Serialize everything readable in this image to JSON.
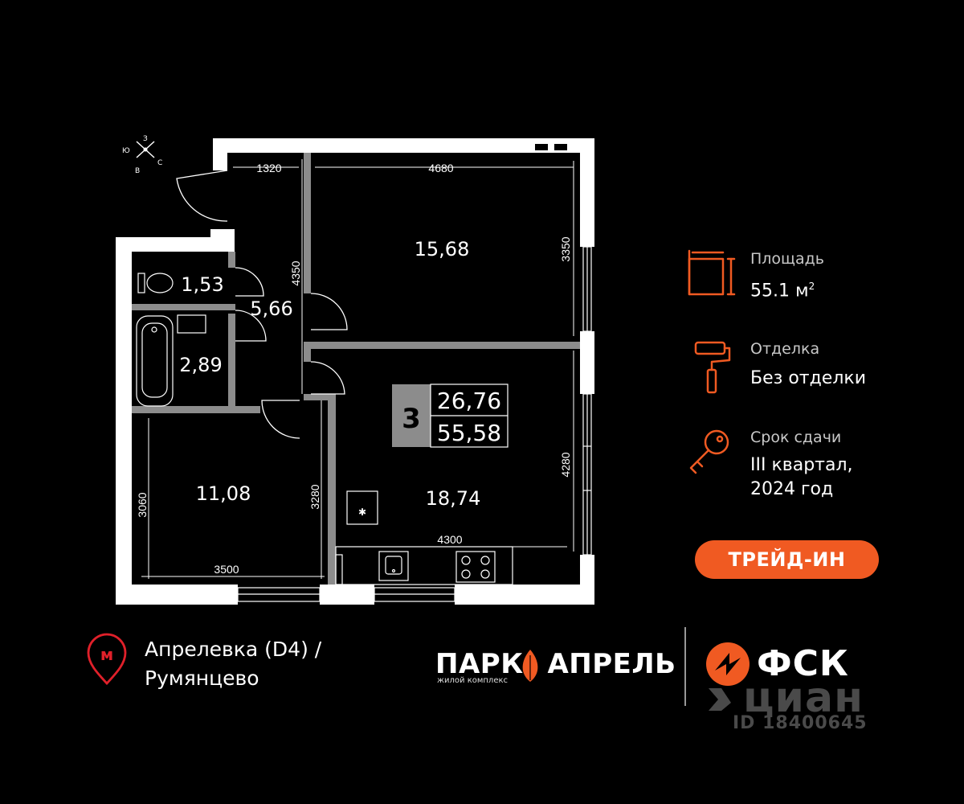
{
  "colors": {
    "accent": "#f05a22",
    "wall": "#ffffff",
    "partition": "#8c8c8c",
    "background": "#000000",
    "watermark": "#4a4a4a"
  },
  "compass": {
    "n": "З",
    "w": "Ю",
    "s": "В",
    "e": "С"
  },
  "plan": {
    "dimensions": {
      "d1320": "1320",
      "d4680": "4680",
      "d3350": "3350",
      "d4350": "4350",
      "d4280": "4280",
      "d4300": "4300",
      "d3500": "3500",
      "d3060": "3060",
      "d3280": "3280"
    },
    "rooms": {
      "bedroom_top": "15,68",
      "toilet": "1,53",
      "hall": "5,66",
      "bathroom": "2,89",
      "bedroom_left": "11,08",
      "kitchen": "18,74"
    },
    "badge": {
      "rooms": "3",
      "living": "26,76",
      "total": "55,58"
    }
  },
  "info": {
    "area": {
      "label": "Площадь",
      "value": "55.1 м",
      "sup": "2",
      "icon": "floorplan-icon"
    },
    "finish": {
      "label": "Отделка",
      "value": "Без отделки",
      "icon": "paint-roller-icon"
    },
    "delivery": {
      "label": "Срок сдачи",
      "line1": "III квартал,",
      "line2": "2024 год",
      "icon": "key-icon"
    }
  },
  "trade_in": "ТРЕЙД-ИН",
  "metro": {
    "line1": "Апрелевка (D4)  /",
    "line2": "Румянцево",
    "icon": "metro-pin-icon"
  },
  "logo_park": {
    "left": "ПАРК",
    "right": "АПРЕЛЬ",
    "sub": "жилой комплекс"
  },
  "logo_fsk": {
    "text": "ФСК"
  },
  "watermark": {
    "brand": "циан",
    "id": "ID 18400645"
  }
}
